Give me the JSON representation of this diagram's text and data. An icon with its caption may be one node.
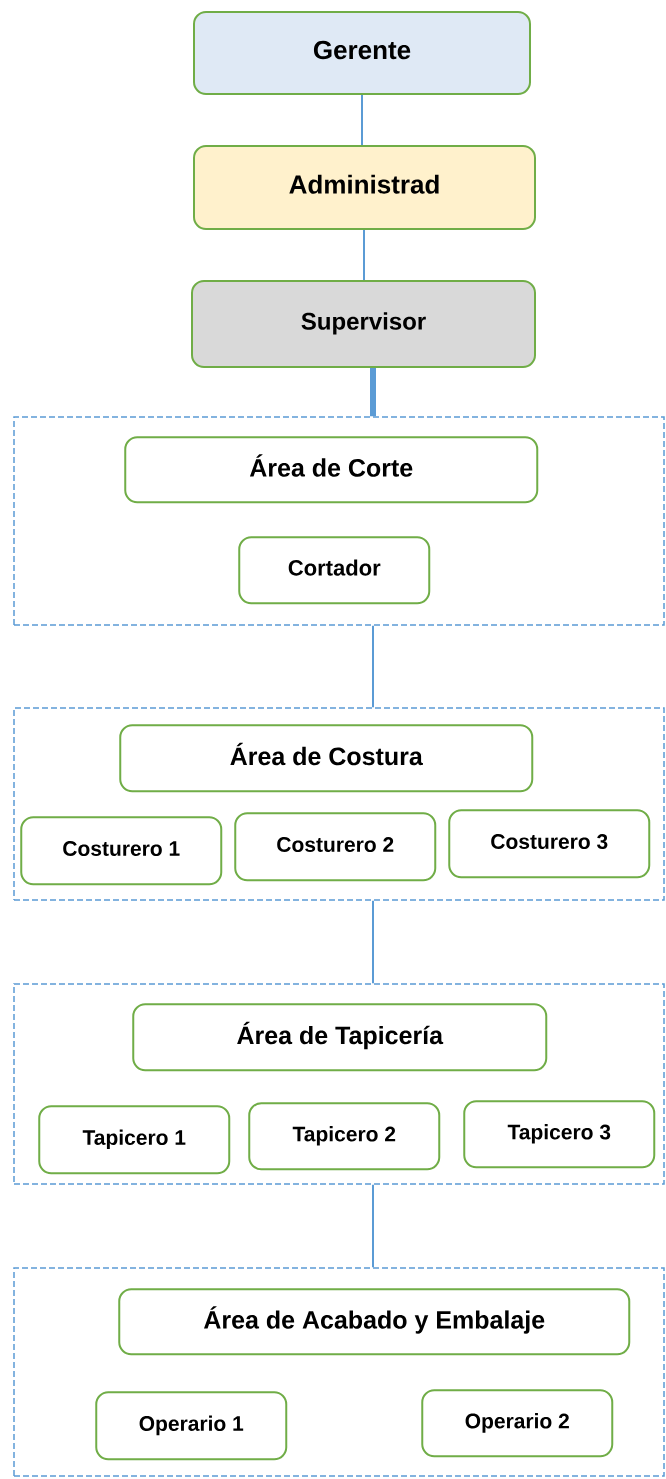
{
  "diagram": {
    "nodes": [
      {
        "text": [
          "Gerente"
        ]
      },
      {
        "text": [
          "Administrad"
        ]
      },
      {
        "text": [
          "Supervisor"
        ]
      },
      {
        "text": [],
        "shape": "box"
      },
      {
        "text": [
          "Área de Corte"
        ],
        "in": 3
      },
      {
        "text": [
          "Cortador"
        ],
        "in": 3
      },
      {
        "text": [],
        "shape": "box"
      },
      {
        "text": [
          "Área de Costura"
        ],
        "in": 6
      },
      {
        "text": [
          "Costurero 1"
        ],
        "in": 6
      },
      {
        "text": [
          "Costurero 2"
        ],
        "in": 6
      },
      {
        "text": [
          "Costurero 3"
        ],
        "in": 6
      },
      {
        "text": [],
        "shape": "box"
      },
      {
        "text": [
          "Área de Tapicería"
        ],
        "in": 11
      },
      {
        "text": [
          "Tapicero 1"
        ],
        "in": 11
      },
      {
        "text": [
          "Tapicero 2"
        ],
        "in": 11
      },
      {
        "text": [
          "Tapicero 3"
        ],
        "in": 11
      },
      {
        "text": [],
        "shape": "box"
      },
      {
        "text": [
          "Área de Acabado y Embalaje"
        ],
        "in": 16
      },
      {
        "text": [
          "Operario 1"
        ],
        "in": 16
      },
      {
        "text": [
          "Operario 2"
        ],
        "in": 16
      }
    ],
    "edges": [
      {
        "from": 0,
        "to": 1,
        "arrow": "none"
      },
      {
        "from": 1,
        "to": 2,
        "arrow": "none"
      },
      {
        "from": 2,
        "to": 3,
        "arrow": "none",
        "style": "thick"
      },
      {
        "from": 3,
        "to": 6,
        "arrow": "none"
      },
      {
        "from": 6,
        "to": 11,
        "arrow": "none"
      },
      {
        "from": 11,
        "to": 16,
        "arrow": "none"
      }
    ]
  }
}
